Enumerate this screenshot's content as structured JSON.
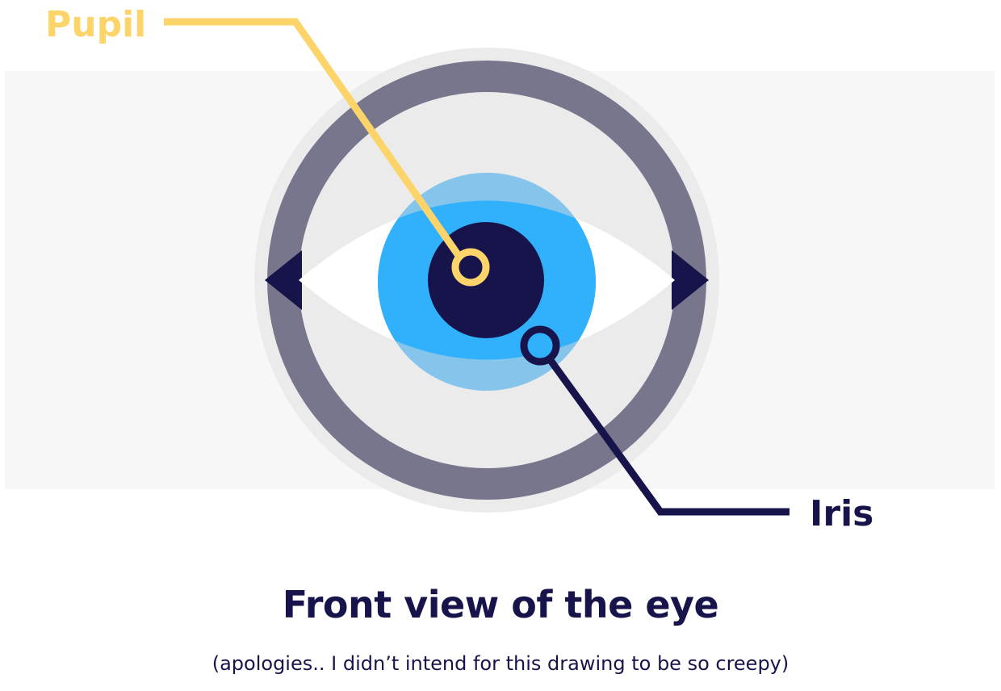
{
  "labels": {
    "pupil": "Pupil",
    "iris": "Iris"
  },
  "caption": {
    "title": "Front view of the eye",
    "subtitle": "(apologies.. I didn’t intend for this drawing to be so creepy)"
  },
  "colors": {
    "band": "#f7f7f7",
    "outer_halo": "#ebebeb",
    "ring": "#77768d",
    "inner_disc": "#ebebeb",
    "sclera": "#ffffff",
    "eye_corner": "#16144a",
    "iris_light": "#85c4eb",
    "iris": "#31b1fc",
    "pupil": "#16144a",
    "pupil_callout": "#fcd46a",
    "iris_callout": "#16144a"
  },
  "icons": {
    "pupil_marker": "ring-marker-icon",
    "iris_marker": "ring-marker-icon"
  }
}
